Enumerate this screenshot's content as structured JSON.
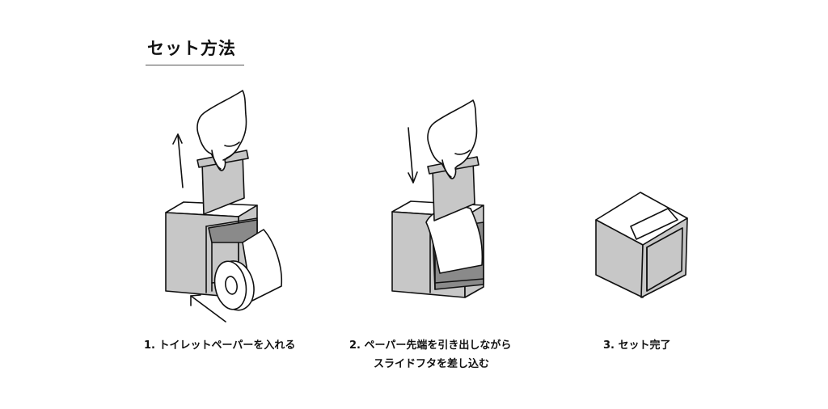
{
  "title": "セット方法",
  "steps": [
    {
      "caption": "1. トイレットペーパーを入れる"
    },
    {
      "caption_line1": "2. ペーパー先端を引き出しながら",
      "caption_line2": "スライドフタを差し込む"
    },
    {
      "caption": "3. セット完了"
    }
  ],
  "colors": {
    "box_fill": "#c7c7c7",
    "line": "#111111",
    "paper": "#ffffff",
    "background": "#ffffff"
  },
  "icons": [
    "hand-icon",
    "up-arrow-icon",
    "down-arrow-icon",
    "diagonal-arrow-icon",
    "toilet-paper-roll-icon",
    "cover-panel-icon"
  ]
}
